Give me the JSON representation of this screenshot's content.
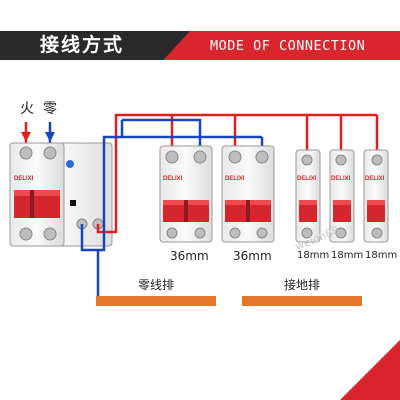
{
  "header": {
    "title_cn": "接线方式",
    "title_en": "MODE OF CONNECTION"
  },
  "labels": {
    "live": "火",
    "neutral": "零",
    "neutral_bar": "零线排",
    "ground_bar": "接地排",
    "size_2p_a": "36mm",
    "size_2p_b": "36mm",
    "size_1p_a": "18mm",
    "size_1p_b": "18mm",
    "size_1p_c": "18mm",
    "brand": "DELIXI",
    "watermark": "weioh88"
  },
  "colors": {
    "accent_red": "#d9252b",
    "wire_red": "#e02020",
    "wire_blue": "#1646b8",
    "bus_orange": "#e5772c",
    "header_dark": "#2a2a2a"
  }
}
